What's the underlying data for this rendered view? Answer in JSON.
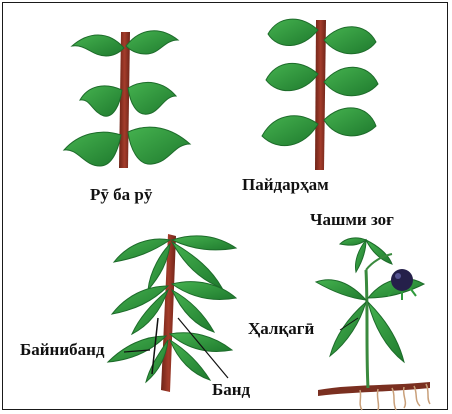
{
  "labels": {
    "opposite": "Рӯ ба рӯ",
    "alternate": "Пайдарҳам",
    "whorled_crow_eye": "Чашми зоғ",
    "internode": "Байнибанд",
    "whorl": "Ҳалқагӣ",
    "node": "Банд"
  },
  "colors": {
    "leaf": "#2f9a3c",
    "leaf_dark": "#1d6b2a",
    "stem": "#8a2f22",
    "berry": "#25204a",
    "root": "#c9a07a"
  }
}
